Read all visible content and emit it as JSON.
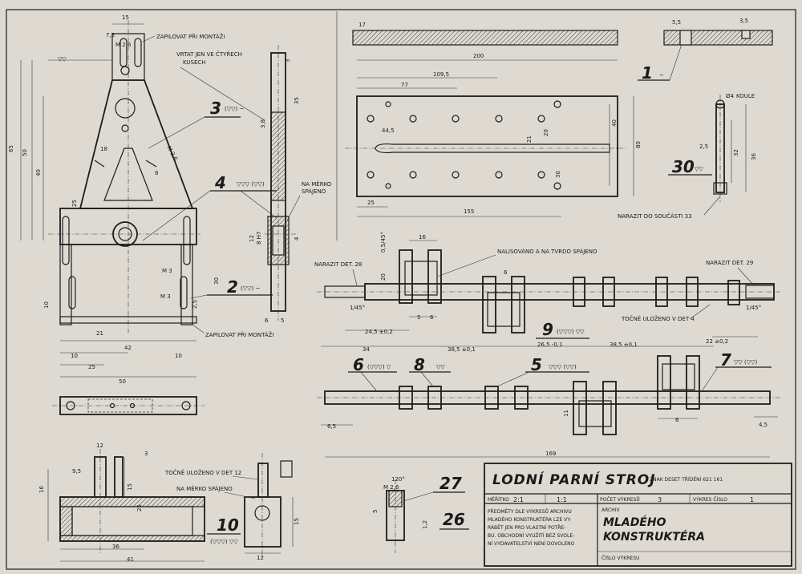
{
  "title_block": {
    "title": "LODNÍ PARNÍ STROJ",
    "znak_label": "ZNAK DESET TŘÍDĚNÍ 621 161",
    "meritko_label": "MĚŘÍTKO",
    "scale_1": "2:1",
    "scale_2": "1:1",
    "pocet_label": "POČET VÝKRESŮ",
    "pocet_value": "3",
    "vykres_label": "VÝKRES ČÍSLO",
    "vykres_value": "1",
    "notice": [
      "PŘEDMĚTY DLE VÝKRESŮ ARCHIVU",
      "MLADÉHO KONSTRUKTÉRA LZE VY-",
      "RÁBĚT JEN PRO VLASTNÍ POTŘE-",
      "BU. OBCHODNÍ VYUŽITÍ BEZ SVOLE-",
      "NÍ VYDAVATELSTVÍ NENÍ DOVOLENO"
    ],
    "archiv_label": "ARCHIV",
    "archiv_name_1": "MLADÉHO",
    "archiv_name_2": "KONSTRUKTÉRA",
    "cislo_label": "ČÍSLO VÝKRESU"
  },
  "part_numbers": {
    "p1": "1",
    "p2": "2",
    "p3": "3",
    "p4": "4",
    "p5": "5",
    "p6": "6",
    "p7": "7",
    "p8": "8",
    "p9": "9",
    "p10": "10",
    "p26": "26",
    "p27": "27",
    "p30": "30"
  },
  "notes": {
    "zapilovat_top": "ZAPILOVAT PŘI MONTÁŽI",
    "zapilovat_bottom": "ZAPILOVAT PŘI MONTÁŽI",
    "vrtat": "VRTAT JEN VE ČTYŘECH",
    "vrtat2": "KUSECH",
    "na_merko": "NA MĚRKO",
    "spajeno": "SPÁJENO",
    "naraziti_33": "NARAZIT DO SOUČÁSTI 33",
    "nalisovano": "NALISOVÁNO A NA TVRDO SPÁJENO",
    "narazit_28": "NARAZIT DET. 28",
    "narazit_29": "NARAZIT DET. 29",
    "tocne_4": "TOČNĚ ULOŽENO V DET 4",
    "tocne_12": "TOČNĚ ULOŽENO V DET 12",
    "na_merko_spajeno": "NA MĚRKO SPÁJENO",
    "koule": "KOULE",
    "koule_d": "Ø4"
  },
  "symbols": {
    "s3": "(▽▽) ~",
    "s4": "▽▽▽ (▽▽)",
    "s2": "(▽▽) ~",
    "s1": "~",
    "s30": "▽▽",
    "s9": "(▽▽▽) ▽▽",
    "s6": "(▽▽▽) ▽",
    "s8": "▽▽",
    "s5": "▽▽▽ (▽▽)",
    "s7": "▽▽ (▽▽)",
    "s10": "(▽▽▽) ▽▽",
    "s_top": "▽▽"
  },
  "dims": {
    "d15": "15",
    "d7_5": "7,5",
    "m26a": "M 2,6",
    "d50": "50",
    "d25": "25",
    "d42": "42",
    "d10a": "10",
    "d10b": "10",
    "d21": "21",
    "d65": "65",
    "d50v": "50",
    "d40v": "40",
    "d25v": "25",
    "d10v": "10",
    "d18": "18",
    "d8": "8",
    "m26b": "M 2,6",
    "m3a": "M 3",
    "m3b": "M 3",
    "d30": "30",
    "d2_5": "2,5",
    "d3": "3",
    "d35": "35",
    "d3_8": "3,8",
    "d12": "12",
    "d8_h": "8 H7",
    "d4": "4",
    "d5": "5",
    "d6": "6",
    "d17": "17",
    "d200": "200",
    "d109_5": "109,5",
    "d77": "77",
    "d44_5": "44,5",
    "d155": "155",
    "d25b": "25",
    "d40": "40",
    "d80": "80",
    "d21b": "21",
    "d20": "20",
    "d30b": "30",
    "d5_5": "5,5",
    "d35_5": "3,5",
    "d2_5b": "2,5",
    "d32": "32",
    "d36": "36",
    "d16": "16",
    "d0_5_45": "0,5/45°",
    "d1_45a": "1/45°",
    "d1_45b": "1/45°",
    "d24_5": "24,5 ±0,2",
    "d34": "34",
    "d38_5a": "38,5 ±0,1",
    "d26_5": "26,5 -0,1",
    "d38_5b": "38,5 ±0,1",
    "d22": "22 ±0,2",
    "d6_5": "6,5",
    "d169": "169",
    "d4_5": "4,5",
    "d11": "11",
    "d120": "120°",
    "m26c": "M 2,6",
    "d1_2": "1,2",
    "d41": "41",
    "d36b": "36",
    "d16b": "16",
    "d9_5": "9,5",
    "d15b": "15",
    "d12b": "12",
    "d5b": "5",
    "d3b": "3",
    "d25c": "25",
    "d15c": "15"
  }
}
